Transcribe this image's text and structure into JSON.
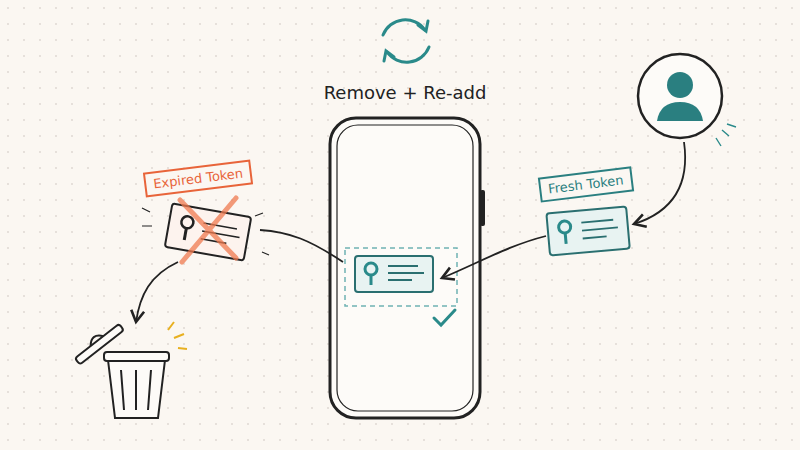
{
  "diagram": {
    "title": "Remove + Re-add",
    "nodes": [
      {
        "text": [
          "Expired Token"
        ]
      },
      {
        "text": [
          "Fresh Token"
        ]
      }
    ]
  }
}
